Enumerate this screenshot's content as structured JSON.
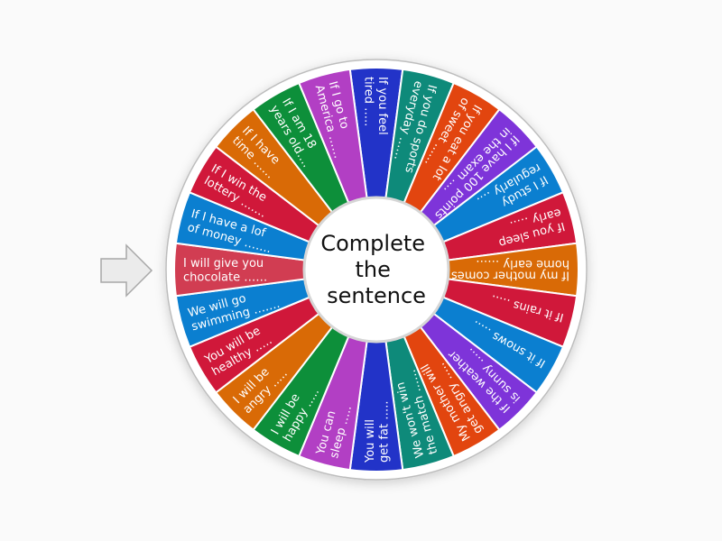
{
  "wheel": {
    "center_label_lines": [
      "Complete",
      "the",
      "sentence"
    ],
    "center_label": "Complete the sentence",
    "pointer": "arrow-pointer-right",
    "highlighted_index": 18,
    "segments": [
      {
        "lines": [
          "If you feel",
          "tired ….."
        ],
        "color": "#2233c8"
      },
      {
        "lines": [
          "If you do sports",
          "everyday ……"
        ],
        "color": "#0e8a7a"
      },
      {
        "lines": [
          "If you eat a lot",
          "of sweet ……"
        ],
        "color": "#e2450f"
      },
      {
        "lines": [
          "If I have 100 points",
          "in the exam …."
        ],
        "color": "#7e34d9",
        "small": true
      },
      {
        "lines": [
          "If I study",
          "regularly …."
        ],
        "color": "#0b7fd0"
      },
      {
        "lines": [
          "If you sleep",
          "early ….."
        ],
        "color": "#d0183a"
      },
      {
        "lines": [
          "If my mother comes",
          "home early ……"
        ],
        "color": "#d96a06",
        "small": true
      },
      {
        "lines": [
          "If it rains ….."
        ],
        "color": "#d0183a",
        "large": true
      },
      {
        "lines": [
          "If it snows ….."
        ],
        "color": "#0b7fd0",
        "large": true
      },
      {
        "lines": [
          "If the weather",
          "is sunny ….."
        ],
        "color": "#7e34d9"
      },
      {
        "lines": [
          "My mother will",
          "get angry ….."
        ],
        "color": "#e2450f"
      },
      {
        "lines": [
          "We won't win",
          "the match ……"
        ],
        "color": "#0e8a7a"
      },
      {
        "lines": [
          "You will",
          "get fat ….."
        ],
        "color": "#2233c8"
      },
      {
        "lines": [
          "You can",
          "sleep ….."
        ],
        "color": "#b23fc4"
      },
      {
        "lines": [
          "I will be",
          "happy ….."
        ],
        "color": "#0d8f3a"
      },
      {
        "lines": [
          "I will be",
          "angry ….."
        ],
        "color": "#d96a06"
      },
      {
        "lines": [
          "You will be",
          "healthy ….."
        ],
        "color": "#d0183a"
      },
      {
        "lines": [
          "We will go",
          "swimming ……."
        ],
        "color": "#0b7fd0"
      },
      {
        "lines": [
          "I will give you",
          "chocolate ……"
        ],
        "color": "#d13d52"
      },
      {
        "lines": [
          "If I have a lof",
          "of money ……."
        ],
        "color": "#0b7fd0"
      },
      {
        "lines": [
          "If I win the",
          "lottery ……."
        ],
        "color": "#d0183a"
      },
      {
        "lines": [
          "If I have",
          "time ……"
        ],
        "color": "#d96a06"
      },
      {
        "lines": [
          "If I am 18",
          "years old…."
        ],
        "color": "#0d8f3a"
      },
      {
        "lines": [
          "If I go to",
          "America ……"
        ],
        "color": "#b23fc4"
      }
    ]
  }
}
